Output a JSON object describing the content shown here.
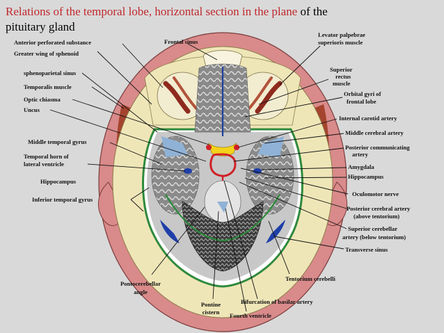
{
  "title": {
    "part1": "Relations of the temporal lobe, horizontal section in the plane ",
    "part2": "of the",
    "part3": "pituitary gland"
  },
  "labels": {
    "anterior_perforated_substance": "Anterior perforated substance",
    "greater_wing_of_sphenoid": "Greater wing of sphenoid",
    "frontal_sinus": "Frontal sinus",
    "levator_palpebrae_1": "Levator palpebrae",
    "levator_palpebrae_2": "superioris muscle",
    "sphenoparietal_sinus": "sphenoparietal sinus",
    "temporalis_muscle": "Temporalis muscle",
    "optic_chiasma": "Optic chiasma",
    "uncus": "Uncus",
    "superior_rectus_1": "Superior",
    "superior_rectus_2": "rectus",
    "superior_rectus_3": "muscle",
    "orbital_gyri_1": "Orbital gyri of",
    "orbital_gyri_2": "frontal lobe",
    "internal_carotid_artery": "Internal carotid artery",
    "middle_cerebral_artery": "Middle cerebral artery",
    "posterior_communicating_1": "Posterior communicating",
    "posterior_communicating_2": "artery",
    "middle_temporal_gyrus": "Middle temporal gyrus",
    "temporal_horn_1": "Temporal horn of",
    "temporal_horn_2": "lateral ventricle",
    "amygdala": "Amygdala",
    "hippocampus_right": "Hippocampus",
    "hippocampus_left": "Hippocampus",
    "oculomotor_nerve": "Oculomotor nerve",
    "inferior_temporal_gyrus": "Inferior temporal gyrus",
    "posterior_cerebral_1": "Posterior cerebral artery",
    "posterior_cerebral_2": "(above tentorium)",
    "superior_cerebellar_1": "Superior cerebellar",
    "superior_cerebellar_2": "artery (below tentorium)",
    "transverse_sinus": "Transverse sinus",
    "pontocerebellar_1": "Pontocerebellar",
    "pontocerebellar_2": "angle",
    "tentorium_cerebelli": "Tentorium cerebelli",
    "pontine_1": "Pontine",
    "pontine_2": "cistern",
    "fourth_ventricle": "Fourth ventricle",
    "bifurcation_basilar": "Bifurcation of basilar artery"
  },
  "colors": {
    "background": "#d9d9d9",
    "title_red": "#c0282d",
    "scalp": "#d98a8a",
    "bone": "#efe6b8",
    "muscle": "#a5442e",
    "dura_green": "#2f8a3c",
    "venous_blue": "#1f3fa8",
    "csf_blue": "#8fb2d6",
    "artery_red": "#cf2127",
    "optic_yellow": "#f3d21b",
    "cerebellum_dark": "#3a3a3a"
  }
}
